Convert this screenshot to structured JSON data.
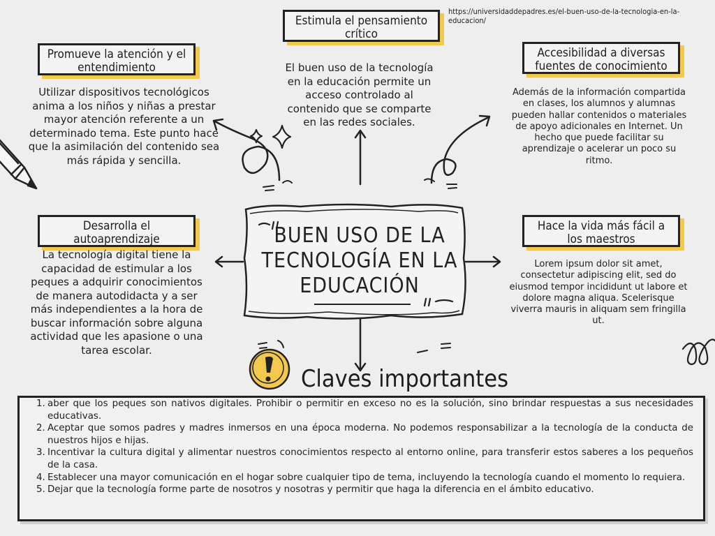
{
  "url": "https://universidaddepadres.es/el-buen-uso-de-la-tecnologia-en-la-educacion/",
  "colors": {
    "background": "#eeeeee",
    "accent": "#f2c94c",
    "ink": "#222222"
  },
  "center": {
    "title_lines": [
      "BUEN USO DE LA",
      "TECNOLOGÍA EN LA",
      "EDUCACIÓN"
    ]
  },
  "cards": {
    "atencion": {
      "title": "Promueve la atención y el entendimiento",
      "text": "Utilizar dispositivos tecnológicos anima a los niños y niñas a prestar mayor atención referente a un determinado tema. Este punto hace que la asimilación del contenido sea más rápida y sencilla."
    },
    "pensamiento": {
      "title": "Estimula el pensamiento crítico",
      "text": "El buen uso de la tecnología en la educación permite un acceso controlado al contenido que se comparte en las redes sociales."
    },
    "accesibilidad": {
      "title": "Accesibilidad a diversas fuentes de conocimiento",
      "text": "Además de la información compartida en clases, los alumnos y alumnas pueden hallar contenidos o materiales de apoyo adicionales en Internet. Un hecho que puede facilitar su aprendizaje o acelerar un poco su ritmo."
    },
    "autoaprendizaje": {
      "title": "Desarrolla el autoaprendizaje",
      "text": "La tecnología digital tiene la capacidad de estimular a los peques a adquirir conocimientos de manera autodidacta y a ser más independientes a la hora de buscar información sobre alguna actividad que les apasione o una tarea escolar."
    },
    "maestros": {
      "title": "Hace la vida más fácil a los maestros",
      "text": "Lorem ipsum dolor sit amet, consectetur adipiscing elit, sed do eiusmod tempor incididunt ut labore et dolore magna aliqua. Scelerisque viverra mauris in aliquam sem fringilla ut."
    }
  },
  "claves": {
    "title": "Claves importantes",
    "items": [
      {
        "num": "1.",
        "text": "aber que los peques son nativos digitales. Prohibir o permitir en exceso no es la solución, sino brindar respuestas a sus necesidades educativas."
      },
      {
        "num": "2.",
        "text": "Aceptar que somos padres y madres inmersos en una época moderna. No podemos responsabilizar a la tecnología de la conducta de nuestros hijos e hijas."
      },
      {
        "num": "3.",
        "text": "Incentivar la cultura digital y alimentar nuestros conocimientos respecto al entorno online, para transferir estos saberes a los pequeños de la casa."
      },
      {
        "num": "4.",
        "text": "Establecer una mayor comunicación en el hogar sobre cualquier tipo de tema, incluyendo la tecnología cuando el momento lo requiera."
      },
      {
        "num": "5.",
        "text": "Dejar que la tecnología forme parte de nosotros y nosotras y permitir que haga la diferencia en el ámbito educativo."
      }
    ]
  },
  "icons": [
    "pencil-icon",
    "sparkle-icon",
    "exclamation-bulb-icon",
    "spiral-doodle-icon",
    "quote-mark-icon"
  ]
}
